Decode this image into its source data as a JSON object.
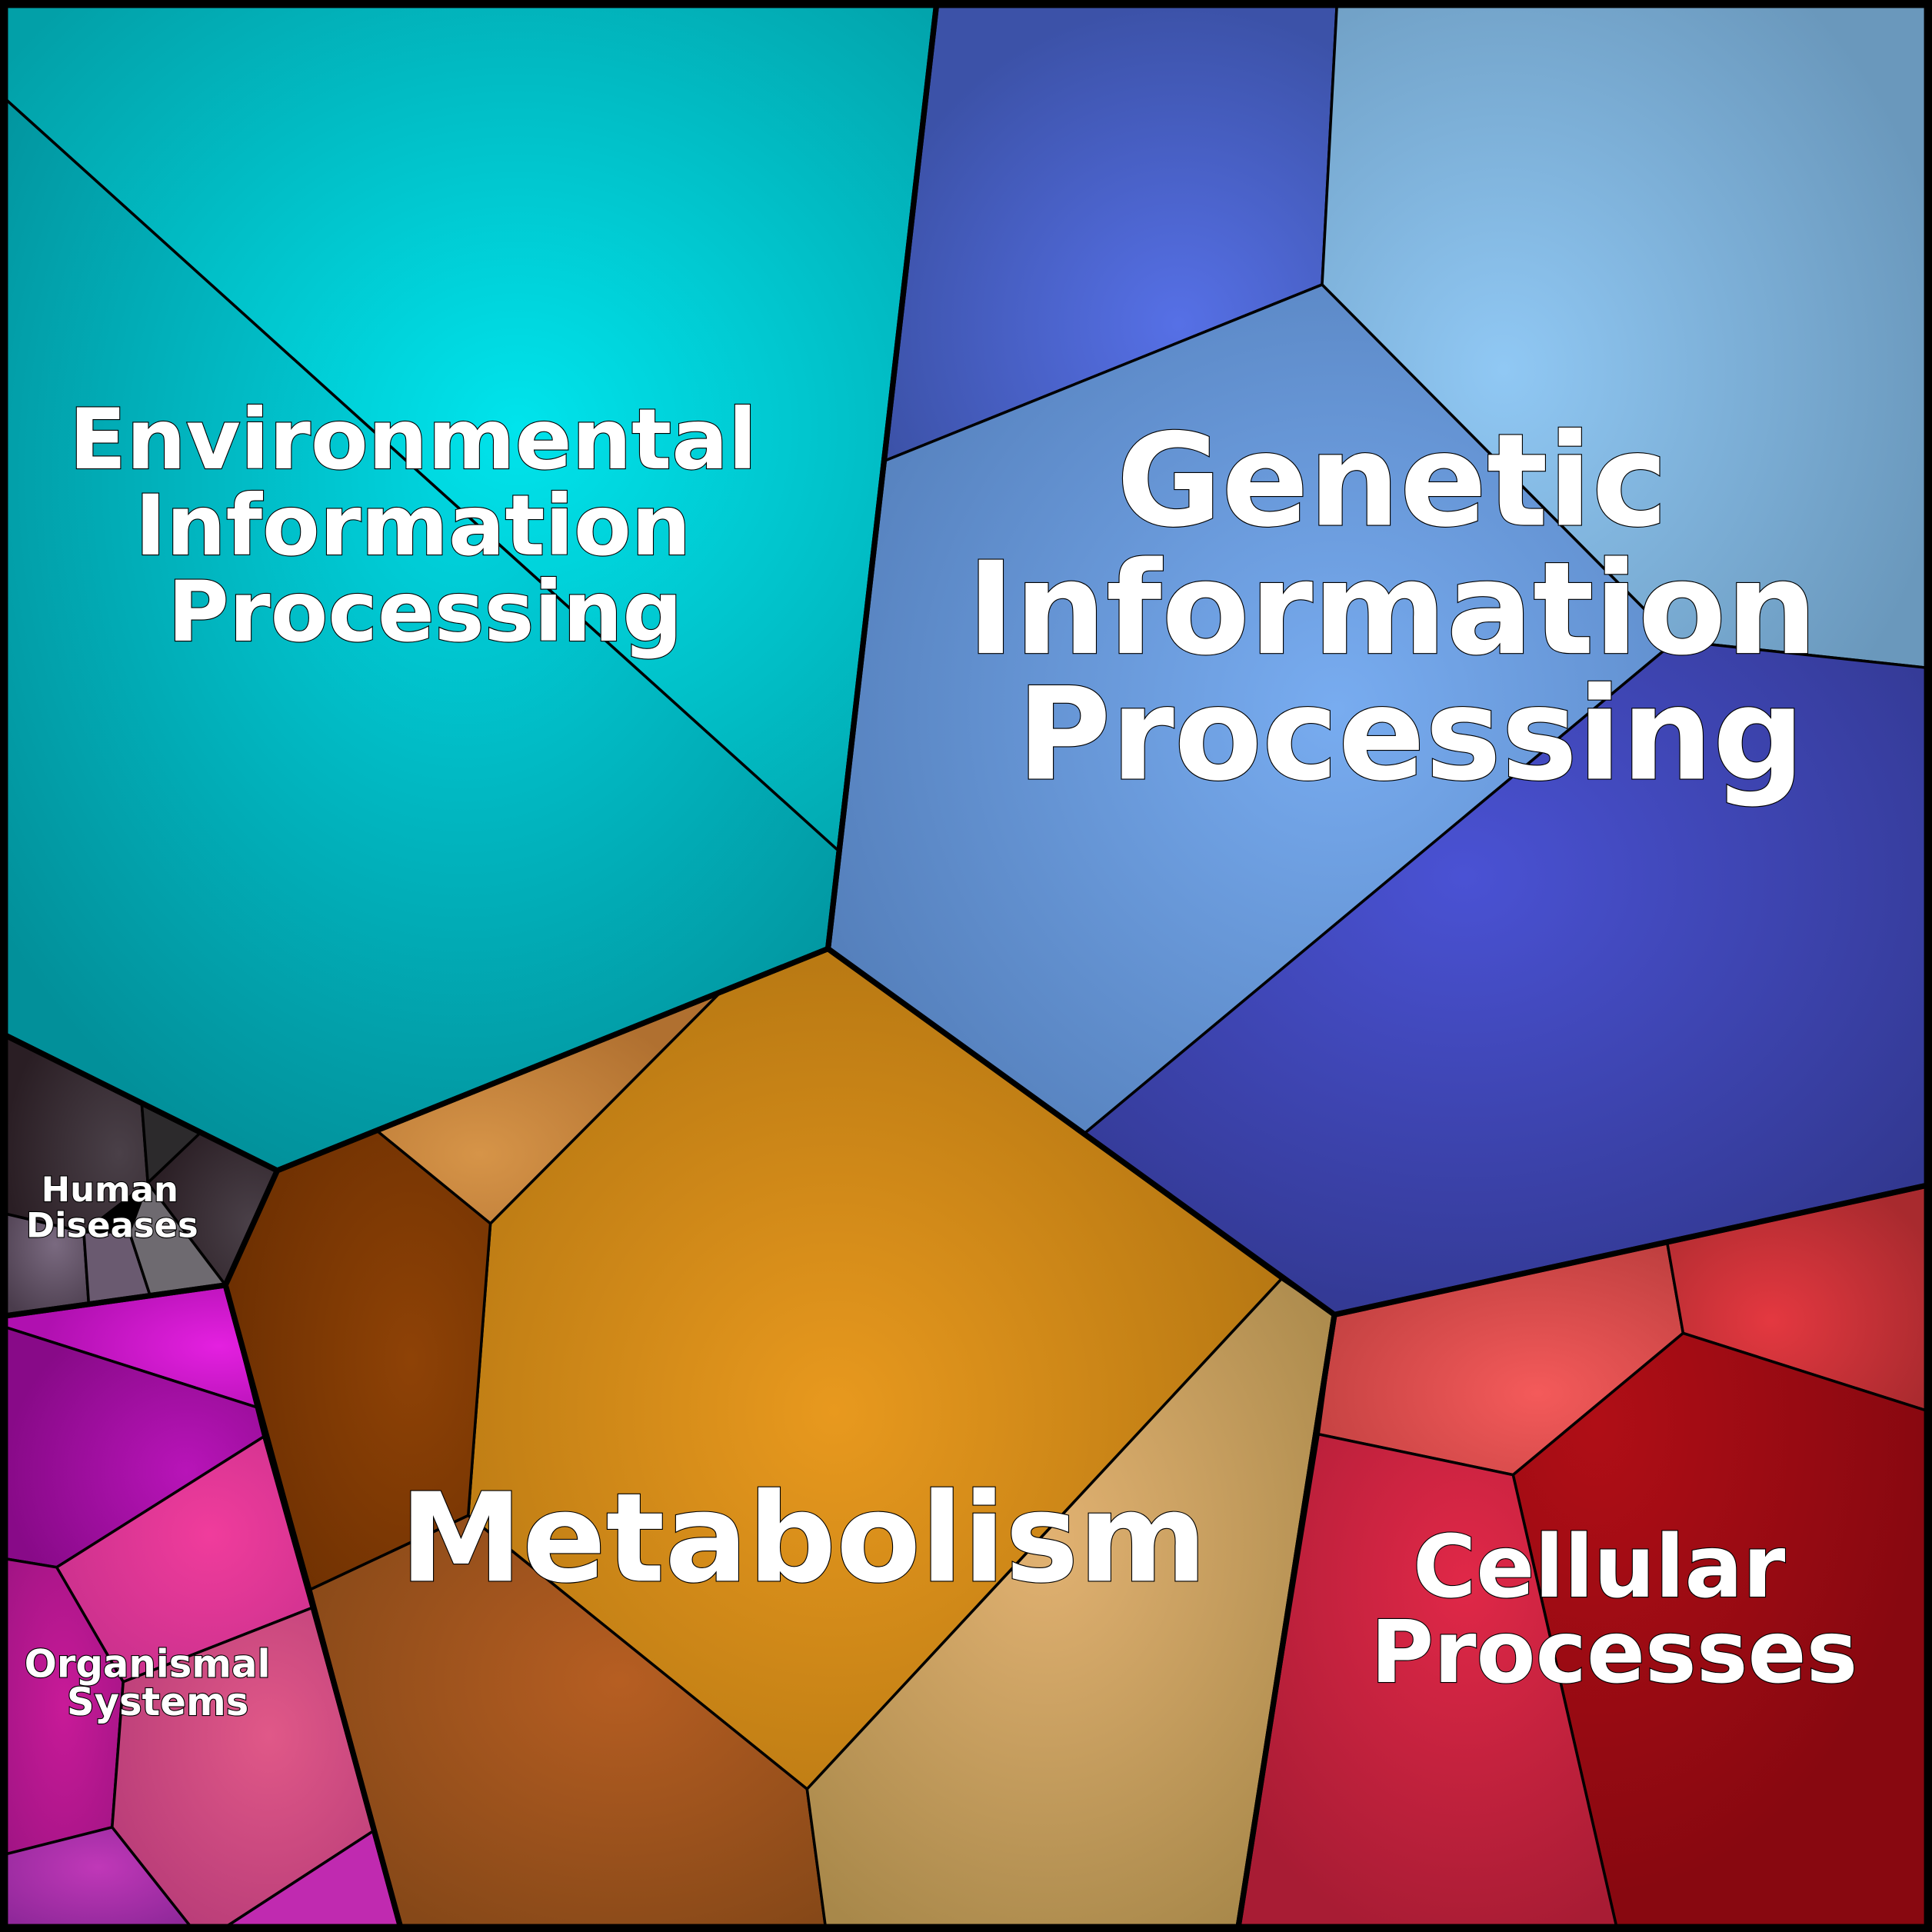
{
  "diagram": {
    "type": "voronoi-treemap",
    "groups": [
      {
        "id": "environmental",
        "label_lines": [
          "Environmental",
          "Information",
          "Processing"
        ],
        "color": "#00c4cc"
      },
      {
        "id": "genetic",
        "label_lines": [
          "Genetic",
          "Information",
          "Processing"
        ],
        "color": "#5a8fe0"
      },
      {
        "id": "metabolism",
        "label_lines": [
          "Metabolism"
        ],
        "color": "#e8991e"
      },
      {
        "id": "cellular",
        "label_lines": [
          "Cellular",
          "Processes"
        ],
        "color": "#c81828"
      },
      {
        "id": "human-diseases",
        "label_lines": [
          "Human",
          "Diseases"
        ],
        "color": "#3a3038"
      },
      {
        "id": "organismal",
        "label_lines": [
          "Organismal",
          "Systems"
        ],
        "color": "#c020a8"
      }
    ]
  }
}
